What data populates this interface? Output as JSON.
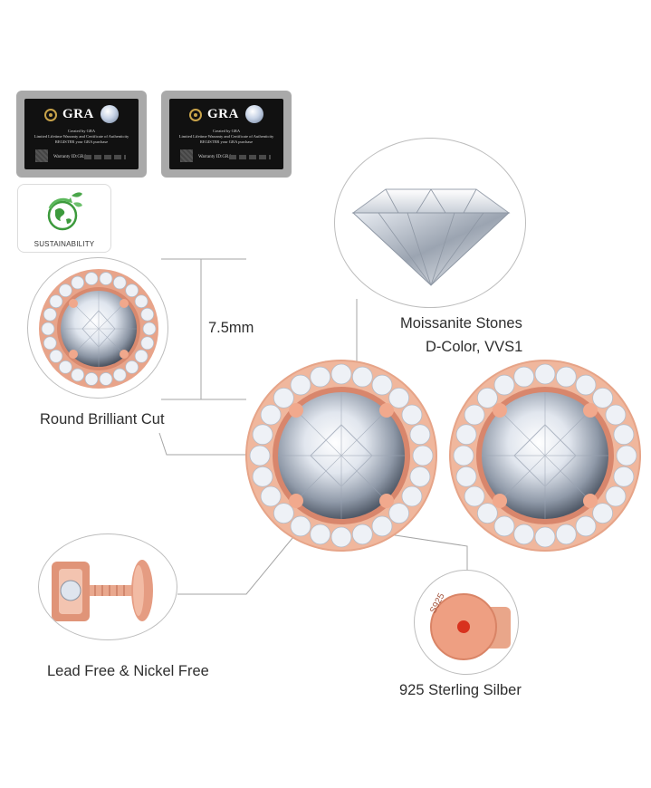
{
  "certificates": [
    {
      "brand": "GRA",
      "line1": "Created by GRA",
      "line2": "Limited Lifetime Warranty and Certificate of Authenticity",
      "line3": "REGISTER your GRA purchase",
      "warranty": "Warranty ID:GRA"
    },
    {
      "brand": "GRA",
      "line1": "Created by GRA",
      "line2": "Limited Lifetime Warranty and Certificate of Authenticity",
      "line3": "REGISTER your GRA purchase",
      "warranty": "Warranty ID:GRA"
    }
  ],
  "sustainability": {
    "label": "SUSTAINABILITY",
    "icon": "recycle-globe-icon"
  },
  "features": {
    "size": "7.5mm",
    "cut": "Round Brilliant Cut",
    "stones_line1": "Moissanite Stones",
    "stones_line2": "D-Color, VVS1",
    "metal_free": "Lead Free & Nickel Free",
    "silver": "925 Sterling Silber",
    "stamp": "S925"
  },
  "colors": {
    "rose_gold": "#e6a488",
    "rose_gold_dark": "#c8775e",
    "stamp_red": "#d8321e",
    "connector": "#9a9a9a"
  }
}
